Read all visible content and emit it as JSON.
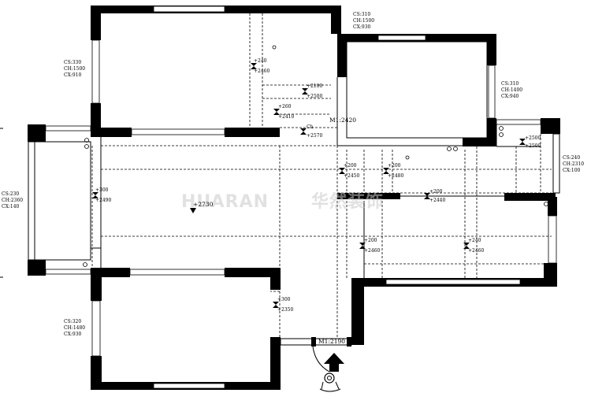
{
  "watermark": {
    "brand": "HUARAN",
    "cjk": "华然装饰"
  },
  "room_specs": [
    {
      "cs": "CS:330",
      "ch": "CH:1500",
      "cx": "CX:910"
    },
    {
      "cs": "CS:310",
      "ch": "CH:1500",
      "cx": "CX:930"
    },
    {
      "cs": "CS:310",
      "ch": "CH:1400",
      "cx": "CX:940"
    },
    {
      "cs": "CS:240",
      "ch": "CH:2310",
      "cx": "CX:100"
    },
    {
      "cs": "CS:230",
      "ch": "CH:2360",
      "cx": "CX:140"
    },
    {
      "cs": "CS:320",
      "ch": "CH:1480",
      "cx": "CX:930"
    }
  ],
  "door_labels": {
    "inner_door": "M1:2420",
    "entry_door": "M1:2190"
  },
  "ceiling_height": "+2730",
  "elevation_marks": [
    {
      "top": "+240",
      "bottom": "+2460"
    },
    {
      "top": "+2100",
      "bottom": "+2500"
    },
    {
      "top": "+260",
      "bottom": "+2410"
    },
    {
      "top": "Ch",
      "bottom": "+2570"
    },
    {
      "top": "+2500",
      "bottom": "+2500"
    },
    {
      "top": "+300",
      "bottom": "+2490"
    },
    {
      "top": "+200",
      "bottom": "+2450"
    },
    {
      "top": "+200",
      "bottom": "+2480"
    },
    {
      "top": "+200",
      "bottom": "+2440"
    },
    {
      "top": "+200",
      "bottom": "+2460"
    },
    {
      "top": "+240",
      "bottom": "+2460"
    },
    {
      "top": "+300",
      "bottom": "+2350"
    }
  ]
}
